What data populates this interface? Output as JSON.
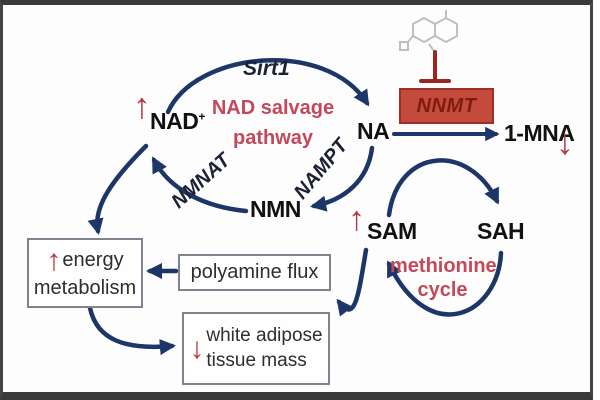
{
  "figure": {
    "type": "biochemical-pathway-diagram",
    "background": "#fdfdfd",
    "frame_color": "#3a3a3a"
  },
  "colors": {
    "arrow_blue": "#1d3668",
    "accent_red": "#b53a40",
    "pathway_red_text": "#c4485a",
    "nnmt_box_fill": "#c44a3c",
    "nnmt_box_border": "#9c3028",
    "nnmt_text": "#7e1c10",
    "inhibition_bar_red": "#992623",
    "inhibitor_structure_gray": "#bfbfbf",
    "box_border_gray": "#7d848e",
    "box_text_gray": "#2e2e2e",
    "node_text": "#111111"
  },
  "nodes": {
    "nad": "NAD",
    "nad_sup": "+",
    "na": "NA",
    "nmn": "NMN",
    "sam": "SAM",
    "sah": "SAH",
    "mna": "1-MNA"
  },
  "enzymes": {
    "sirt1": "Sirt1",
    "nmnat": "NMNAT",
    "nampt": "NAMPT",
    "nnmt": "NNMT"
  },
  "cycle_labels": {
    "salvage_line1": "NAD salvage",
    "salvage_line2": "pathway",
    "methionine_line1": "methionine",
    "methionine_line2": "cycle"
  },
  "boxes": {
    "energy": {
      "line1": "energy",
      "line2": "metabolism",
      "indicator": "up"
    },
    "polyamine": {
      "label": "polyamine flux"
    },
    "adipose": {
      "line1": "white adipose",
      "line2": "tissue mass",
      "indicator": "down"
    }
  },
  "indicators": {
    "up": "↑",
    "down": "↓"
  },
  "icons": {
    "inhibitor_structure": "bicyclic-small-molecule (light gray, blocks NNMT)",
    "inhibition_tbar": "red T-bar inhibition symbol"
  }
}
